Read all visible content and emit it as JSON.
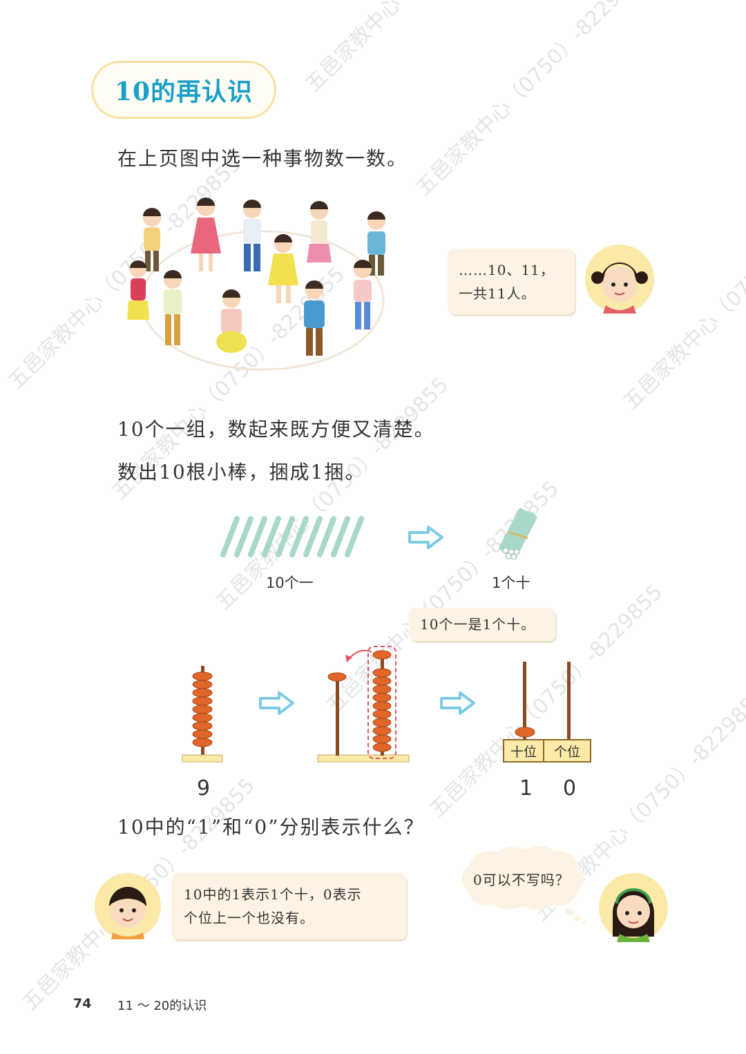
{
  "title": "10的再认识",
  "line1": "在上页图中选一种事物数一数。",
  "girl_bubble": {
    "line1": "……10、11，",
    "line2": "一共11人。"
  },
  "line2": "10个一组，数起来既方便又清楚。",
  "line3": "数出10根小棒，捆成1捆。",
  "stick_labels": {
    "ones": "10个一",
    "ten": "1个十"
  },
  "abacus_note": "10个一是1个十。",
  "place_labels": {
    "tens": "十位",
    "ones": "个位"
  },
  "numbers": {
    "nine": "9",
    "tens_digit": "1",
    "ones_digit": "0"
  },
  "question": "10中的“1”和“0”分别表示什么？",
  "boy_bubble": {
    "line1": "10中的1表示1个十，0表示",
    "line2": "个位上一个也没有。"
  },
  "girl2_bubble": "0可以不写吗？",
  "footer": {
    "page": "74",
    "chapter": "11 ～ 20的认识"
  },
  "watermark": "五邑家教中心（0750）-8229855",
  "colors": {
    "title": "#1aa0c8",
    "bead": "#e0662a",
    "stick": "#a8d8c8",
    "arrow": "#7ccbe6"
  }
}
